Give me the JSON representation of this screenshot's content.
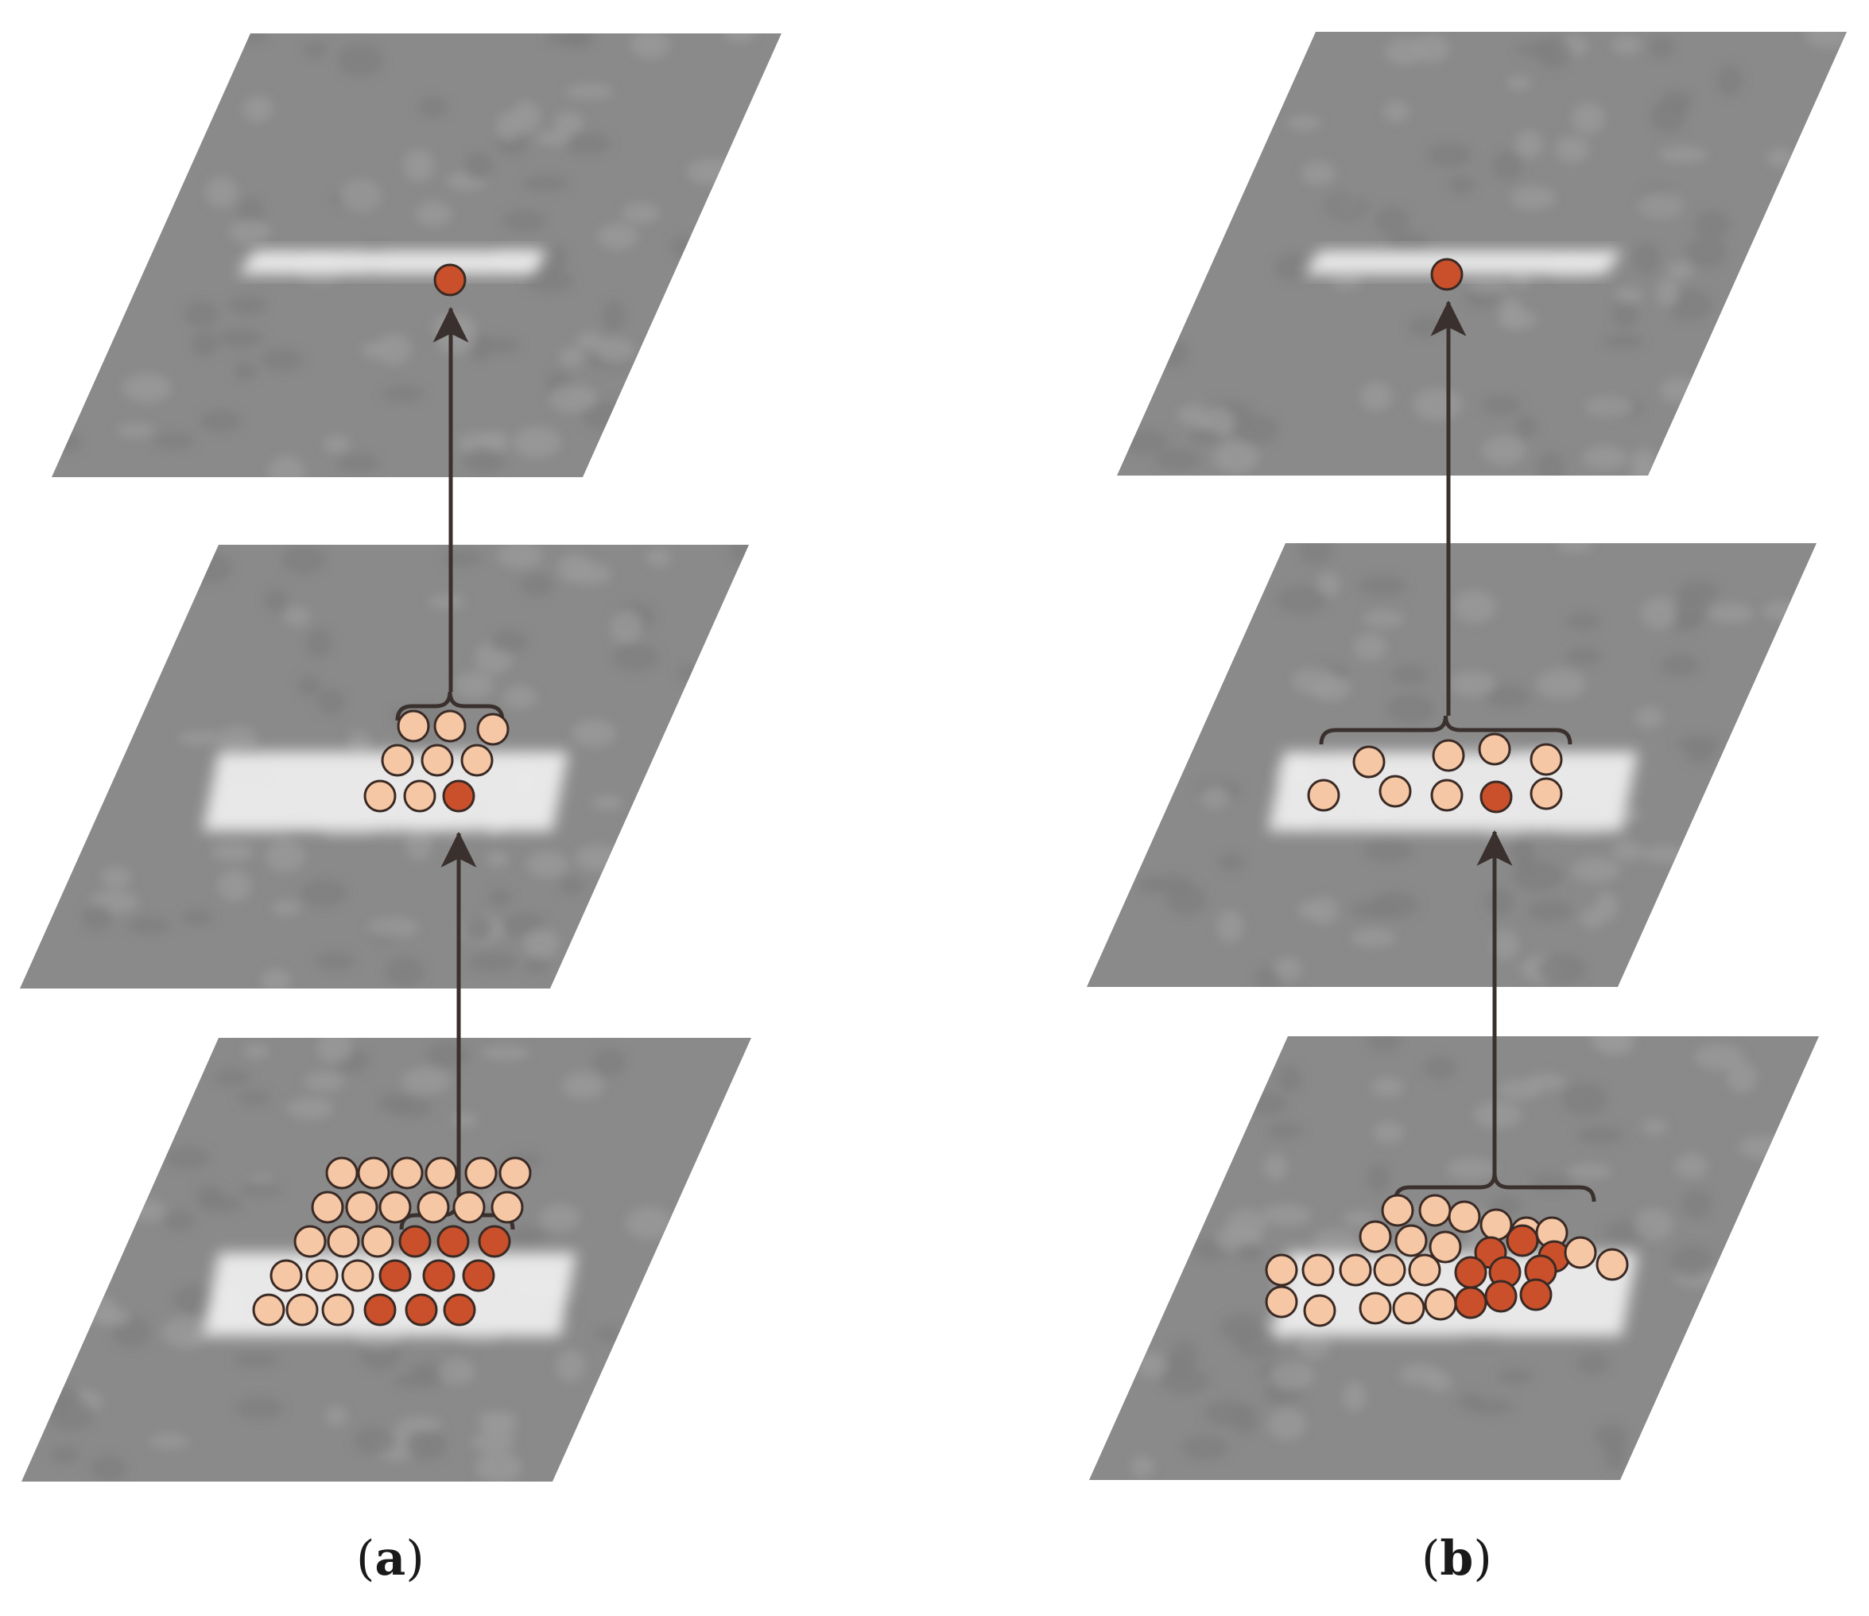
{
  "panels": [
    {
      "id": "a",
      "caption_open": "(",
      "caption_label": "a",
      "caption_close": ")"
    },
    {
      "id": "b",
      "caption_open": "(",
      "caption_label": "b",
      "caption_close": ")"
    }
  ],
  "colors": {
    "background": "#ffffff",
    "plane_gray": "#8a8a8a",
    "plane_texture": "#9b9b9b",
    "blob_white": "#f2f2f2",
    "dot_light": "#f6c7a4",
    "dot_dark": "#c9502a",
    "dot_outline": "#3a2a25",
    "arrow": "#3a302e"
  }
}
